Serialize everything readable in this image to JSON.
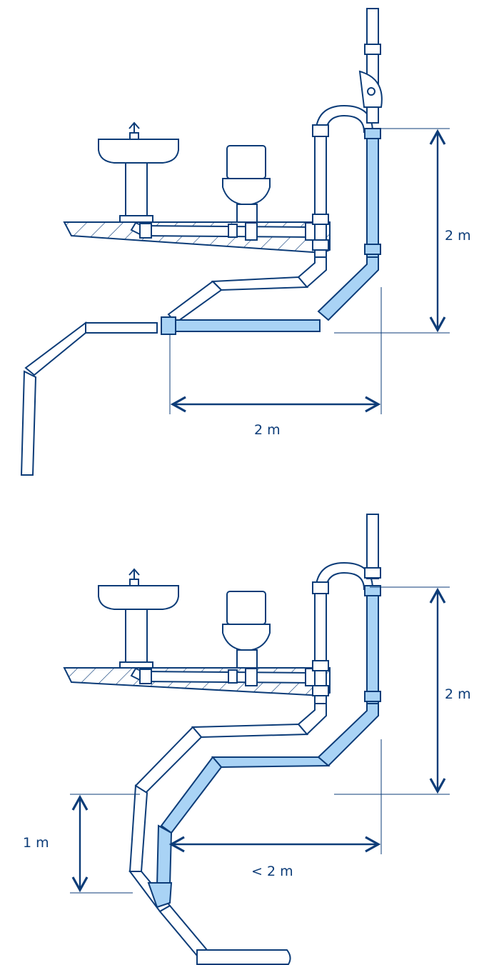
{
  "colors": {
    "ink": "#0c3c78",
    "highlight_fill": "#a9d3f5",
    "pipe_fill": "#ffffff",
    "hatch": "#0c3c78"
  },
  "top_diagram": {
    "height_label": "2 m",
    "width_label": "2 m"
  },
  "bottom_diagram": {
    "height_label": "2 m",
    "drop_label": "1 m",
    "width_label": "< 2 m"
  }
}
